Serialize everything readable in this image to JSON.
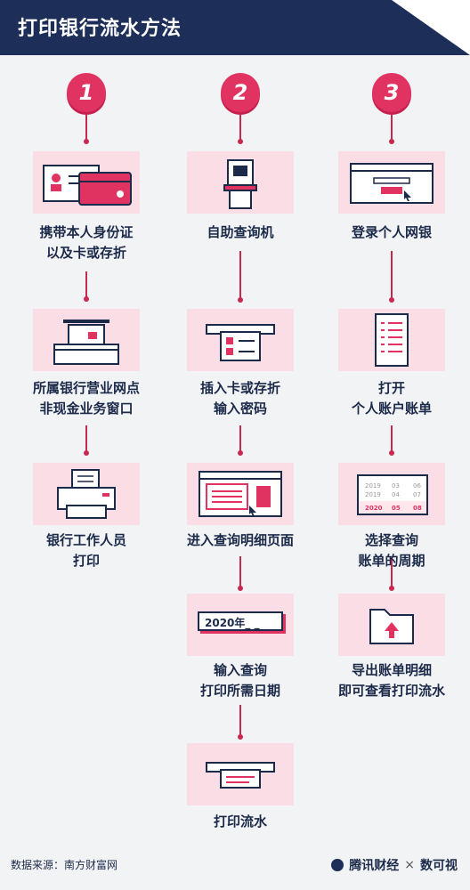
{
  "header": {
    "title": "打印银行流水方法"
  },
  "steps": {
    "one": "1",
    "two": "2",
    "three": "3"
  },
  "col1": {
    "s1": [
      "携带本人身份证",
      "以及卡或存折"
    ],
    "s2": [
      "所属银行营业网点",
      "非现金业务窗口"
    ],
    "s3": [
      "银行工作人员",
      "打印"
    ]
  },
  "col2": {
    "s1": [
      "自助查询机"
    ],
    "s2": [
      "插入卡或存折",
      "输入密码"
    ],
    "s3": [
      "进入查询明细页面"
    ],
    "s4": [
      "输入查询",
      "打印所需日期"
    ],
    "s5": [
      "打印流水"
    ],
    "year_input": "2020年_ _"
  },
  "col3": {
    "s1": [
      "登录个人网银"
    ],
    "s2": [
      "打开",
      "个人账户账单"
    ],
    "s3": [
      "选择查询",
      "账单的周期"
    ],
    "s4": [
      "导出账单明细",
      "即可查看打印流水"
    ],
    "calendar": {
      "rows": [
        [
          "2019",
          "03",
          "06"
        ],
        [
          "2019",
          "04",
          "07"
        ],
        [
          "2020",
          "05",
          "08"
        ]
      ]
    }
  },
  "footer": {
    "source": "数据来源：南方财富网",
    "brand": "腾讯财经",
    "times": "×",
    "partner": "数可视"
  },
  "colors": {
    "accent": "#e03361",
    "navy": "#1d2e58",
    "card": "#fbdde5"
  }
}
